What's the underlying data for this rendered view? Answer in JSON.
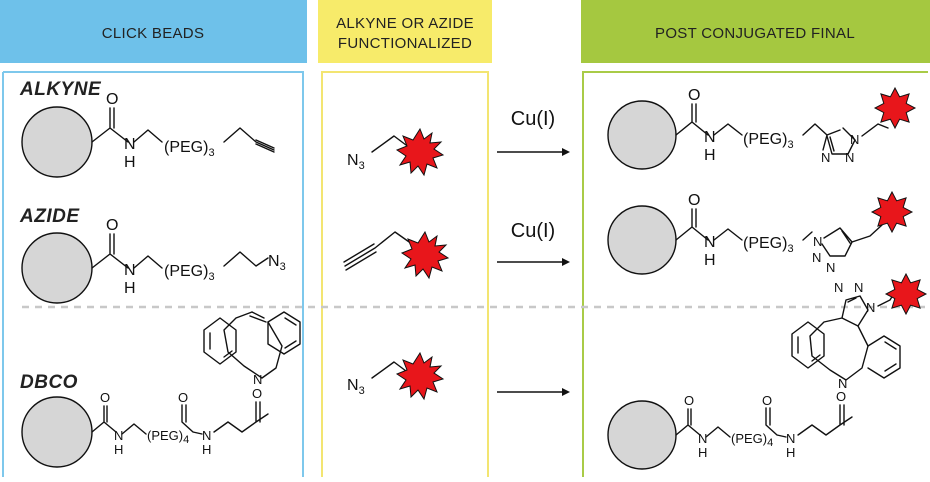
{
  "headers": {
    "click_beads": "CLICK BEADS",
    "functionalized_line1": "ALKYNE OR AZIDE",
    "functionalized_line2": "FUNCTIONALIZED",
    "post_conjugated": "POST CONJUGATED FINAL"
  },
  "rows": {
    "alkyne": {
      "label": "ALKYNE",
      "catalyst": "Cu(I)"
    },
    "azide": {
      "label": "AZIDE",
      "catalyst": "Cu(I)"
    },
    "dbco": {
      "label": "DBCO"
    }
  },
  "chem": {
    "O": "O",
    "H": "H",
    "N": "N",
    "peg": "(PEG)",
    "sub3": "3",
    "sub4": "4",
    "azide_group": "N",
    "azide_sub": "3"
  },
  "colors": {
    "header_blue": "#6ec1ea",
    "header_yellow": "#f7eb6a",
    "header_green": "#a5c840",
    "border_blue": "#7ec8ec",
    "border_yellow": "#f3e571",
    "border_green": "#a9cb47",
    "bead_fill": "#d6d6d6",
    "dye_red": "#e8161b",
    "divider": "#c8c8c8"
  }
}
